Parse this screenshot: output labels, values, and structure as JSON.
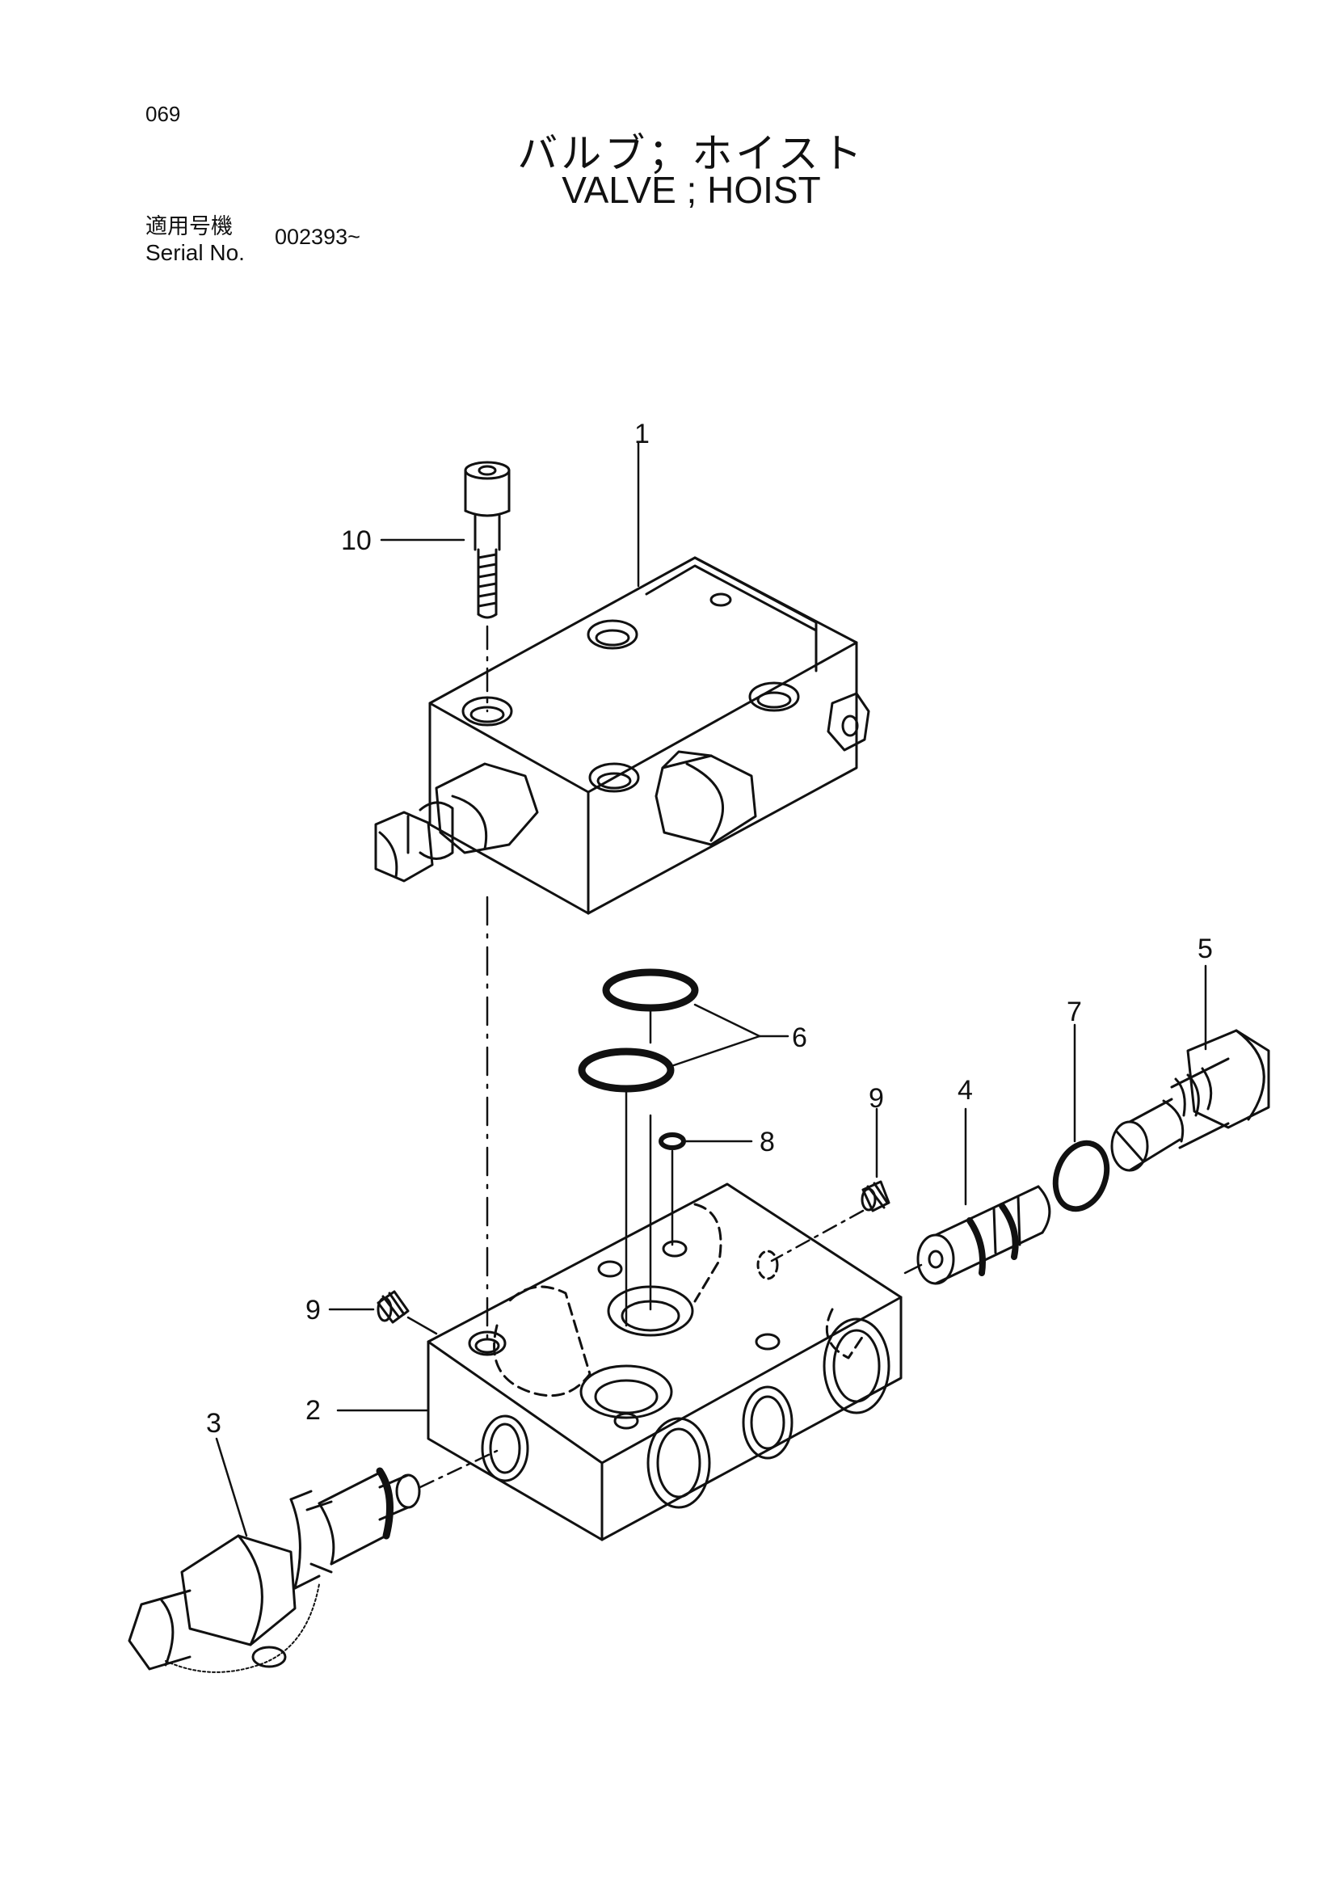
{
  "page_number": "069",
  "title_ja": "バルブ；ホイスト",
  "title_en": "VALVE ; HOIST",
  "serial": {
    "label_ja": "適用号機",
    "label_en": "Serial No.",
    "value": "002393~"
  },
  "callouts": [
    "1",
    "2",
    "3",
    "4",
    "5",
    "6",
    "7",
    "8",
    "9",
    "9",
    "10"
  ]
}
